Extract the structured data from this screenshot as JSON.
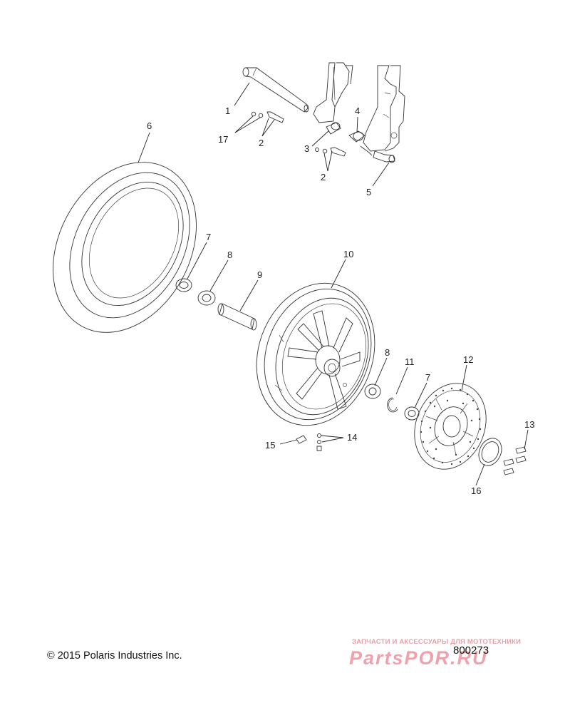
{
  "callouts": {
    "c1": "1",
    "c2a": "2",
    "c2b": "2",
    "c3": "3",
    "c4": "4",
    "c5": "5",
    "c6": "6",
    "c7a": "7",
    "c7b": "7",
    "c8a": "8",
    "c8b": "8",
    "c9": "9",
    "c10": "10",
    "c11": "11",
    "c12": "12",
    "c13": "13",
    "c14": "14",
    "c15": "15",
    "c16": "16",
    "c17": "17"
  },
  "footer": {
    "copyright": "© 2015 Polaris Industries Inc.",
    "figure_number": "800273"
  },
  "watermark": {
    "tagline": "ЗАПЧАСТИ И АКСЕССУАРЫ ДЛЯ МОТОТЕХНИКИ",
    "logo": "PartsPOR.RU"
  }
}
